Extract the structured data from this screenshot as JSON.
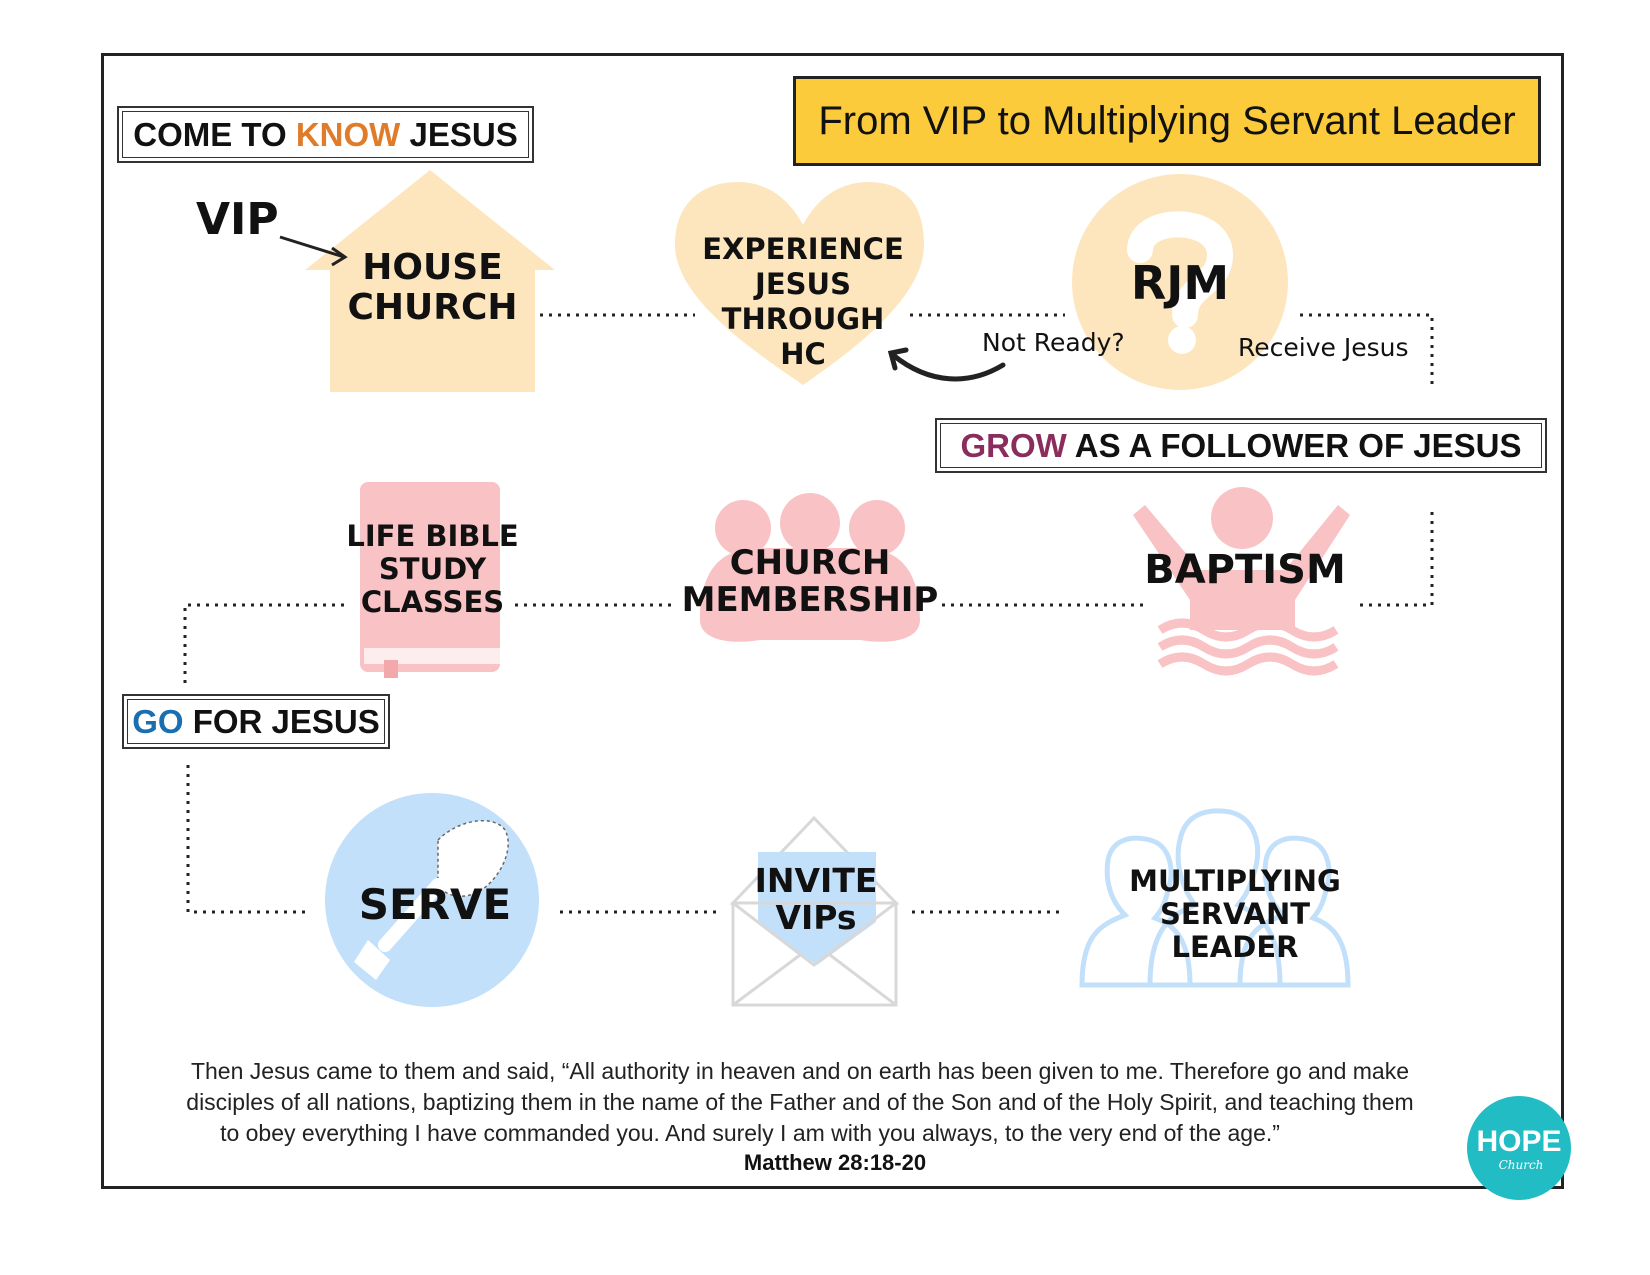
{
  "title": "From VIP to Multiplying Servant Leader",
  "stages": {
    "know": {
      "pre": "COME TO ",
      "accent": "KNOW",
      "post": " JESUS",
      "accent_color": "#e07b2a"
    },
    "grow": {
      "pre": "",
      "accent": "GROW",
      "post": " AS A FOLLOWER OF JESUS",
      "accent_color": "#8a2d5c"
    },
    "go": {
      "pre": "",
      "accent": "GO",
      "post": " FOR JESUS",
      "accent_color": "#1a6fb0"
    }
  },
  "nodes": {
    "vip": "VIP",
    "house_church": [
      "HOUSE",
      "CHURCH"
    ],
    "experience": [
      "EXPERIENCE",
      "JESUS",
      "THROUGH",
      "HC"
    ],
    "rjm": "RJM",
    "not_ready": "Not Ready?",
    "receive": "Receive Jesus",
    "baptism": "BAPTISM",
    "membership": [
      "CHURCH",
      "MEMBERSHIP"
    ],
    "life_bible": [
      "LIFE BIBLE",
      "STUDY",
      "CLASSES"
    ],
    "serve": "SERVE",
    "invite": [
      "INVITE",
      "VIPs"
    ],
    "multiplying": [
      "MULTIPLYING",
      "SERVANT",
      "LEADER"
    ]
  },
  "verse": {
    "lines": [
      "Then Jesus came to them and said, “All authority in heaven and on earth has been given to me. Therefore go and make",
      "disciples of all nations, baptizing them in the name of the Father and of the Son and of the Holy Spirit, and teaching them",
      "to obey everything I have commanded you. And surely I am with you always, to the very end of the age.”"
    ],
    "reference": "Matthew 28:18-20"
  },
  "logo": {
    "word": "HOPE",
    "sub": "Church",
    "color": "#22bcc4"
  },
  "colors": {
    "cream": "#fde6bd",
    "pink": "#f9c2c4",
    "blue": "#c3e0fb"
  }
}
